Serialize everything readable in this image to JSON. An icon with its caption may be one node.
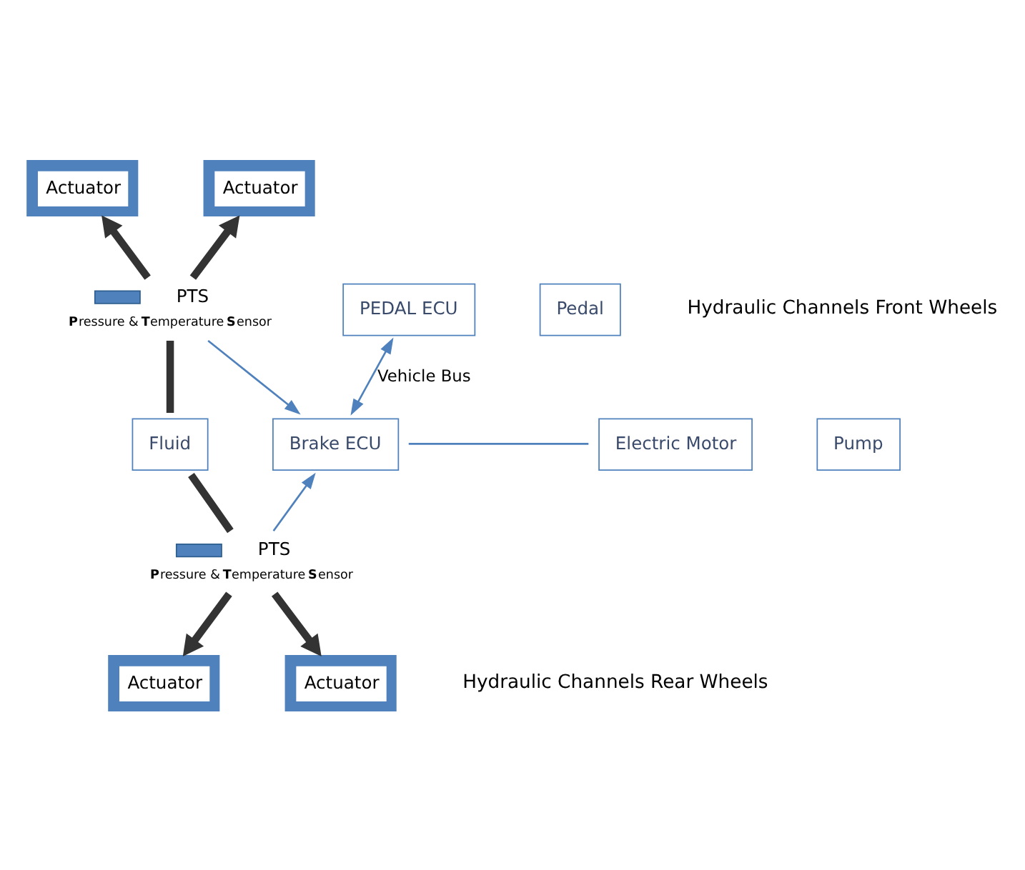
{
  "diagram": {
    "nodes": [
      {
        "text": [
          "Actuator"
        ]
      },
      {
        "text": [
          "Actuator"
        ]
      },
      {
        "text": [],
        "shape": "bar",
        "beside": [
          "PTS",
          "**P**ressure & **T**emperature **S**ensor"
        ]
      },
      {
        "text": [
          "Pedal"
        ]
      },
      {
        "text": [
          "PEDAL ECU"
        ]
      },
      {
        "text": [
          "Brake ECU"
        ]
      },
      {
        "text": [
          "Electric Motor"
        ]
      },
      {
        "text": [
          "Pump"
        ]
      },
      {
        "text": [
          "Fluid"
        ]
      },
      {
        "text": [],
        "shape": "bar",
        "beside": [
          "PTS",
          "**P**ressure & **T**emperature **S**ensor"
        ]
      },
      {
        "text": [
          "Actuator"
        ]
      },
      {
        "text": [
          "Actuator"
        ]
      }
    ],
    "edges": [
      {
        "from": 8,
        "to": 2,
        "arrow": "none"
      },
      {
        "from": 2,
        "to": 0,
        "arrow": "to"
      },
      {
        "from": 2,
        "to": 1,
        "arrow": "to"
      },
      {
        "from": 2,
        "to": 5,
        "arrow": "to",
        "color": "#4f81bd"
      },
      {
        "from": 5,
        "to": 4,
        "arrow": "both",
        "label": "Vehicle Bus",
        "color": "#4f81bd"
      },
      {
        "from": 5,
        "to": 6,
        "arrow": "none",
        "color": "#4f81bd"
      },
      {
        "from": 8,
        "to": 9,
        "arrow": "none"
      },
      {
        "from": 9,
        "to": 5,
        "arrow": "to",
        "color": "#4f81bd"
      },
      {
        "from": 9,
        "to": 10,
        "arrow": "to"
      },
      {
        "from": 9,
        "to": 11,
        "arrow": "to"
      }
    ],
    "labels": [
      "Hydraulic Channels Front Wheels",
      "Hydraulic Channels Rear Wheels"
    ]
  }
}
